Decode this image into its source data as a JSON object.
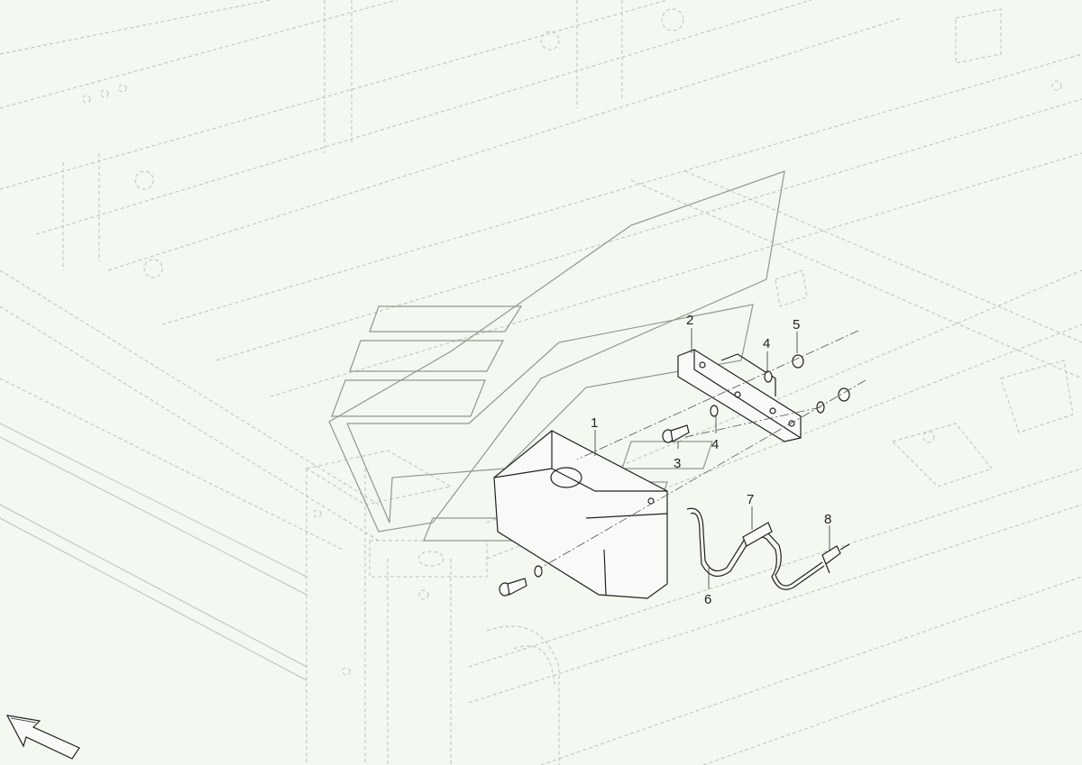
{
  "callouts": {
    "c1": "1",
    "c2": "2",
    "c3": "3",
    "c4a": "4",
    "c4b": "4",
    "c5": "5",
    "c6": "6",
    "c7": "7",
    "c8": "8"
  },
  "icons": {
    "orientation": "direction-arrow-icon"
  },
  "colors": {
    "background": "#f3f8f1",
    "frame_lines": "#b9c6b6",
    "part_lines": "#222222"
  }
}
